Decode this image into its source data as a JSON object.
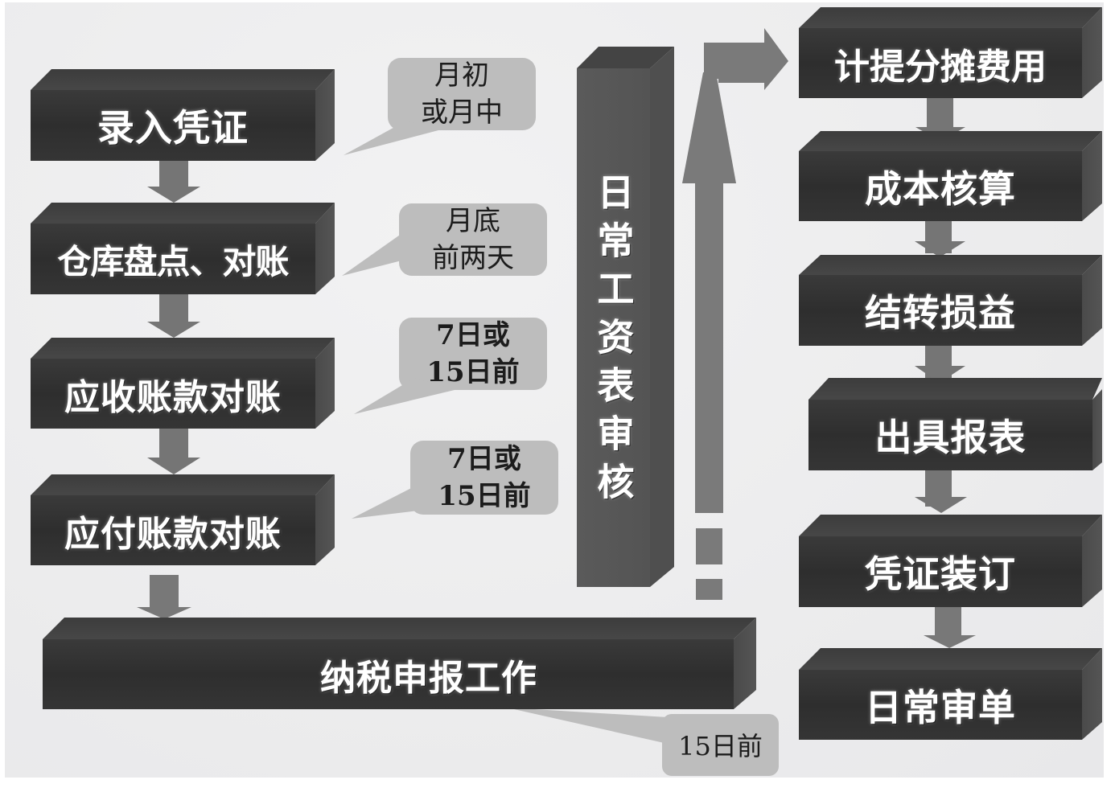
{
  "diagram": {
    "type": "flowchart",
    "left_column": [
      {
        "id": "enter-vouchers",
        "label": "录入凭证"
      },
      {
        "id": "warehouse-count",
        "label": "仓库盘点、对账"
      },
      {
        "id": "receivables-reconcile",
        "label": "应收账款对账"
      },
      {
        "id": "payables-reconcile",
        "label": "应付账款对账"
      }
    ],
    "bottom_block": {
      "id": "tax-filing",
      "label": "纳税申报工作"
    },
    "center_pillar": {
      "id": "payroll-review",
      "label": "日常工资表审核"
    },
    "right_column": [
      {
        "id": "accrue-expenses",
        "label": "计提分摊费用"
      },
      {
        "id": "cost-accounting",
        "label": "成本核算"
      },
      {
        "id": "carry-forward-pl",
        "label": "结转损益"
      },
      {
        "id": "issue-reports",
        "label": "出具报表"
      },
      {
        "id": "bind-vouchers",
        "label": "凭证装订"
      },
      {
        "id": "daily-review",
        "label": "日常审单"
      }
    ],
    "callouts": [
      {
        "target": "enter-vouchers",
        "line1": "月初",
        "line2": "或月中"
      },
      {
        "target": "warehouse-count",
        "line1": "月底",
        "line2": "前两天"
      },
      {
        "target": "receivables-reconcile",
        "line1": "7日或",
        "line2": "15日前"
      },
      {
        "target": "payables-reconcile",
        "line1": "7日或",
        "line2": "15日前"
      },
      {
        "target": "tax-filing",
        "line1": "15日前",
        "line2": ""
      }
    ],
    "colors": {
      "block_front": "#303030",
      "block_top": "#3e3e3e",
      "block_side": "#4a4a4a",
      "pillar_front": "#575757",
      "arrow": "#777777",
      "callout_fill": "#bdbdbd",
      "background": "#ededee",
      "block_text": "#ffffff",
      "callout_text": "#1c1c1c"
    }
  }
}
